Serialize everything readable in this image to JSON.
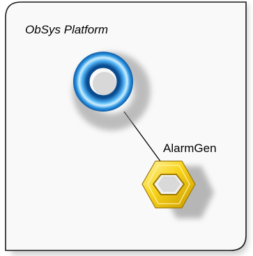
{
  "platform": {
    "title": "ObSys Platform"
  },
  "nodes": [
    {
      "label": "AlarmGen",
      "shape": "hexagon-ring"
    }
  ],
  "colors": {
    "container_fill": "#f9f9f9",
    "container_border": "#1a1a1a",
    "platform_ring": "#1a7fd0",
    "component_ring": "#f2c200",
    "connector": "#000000"
  }
}
